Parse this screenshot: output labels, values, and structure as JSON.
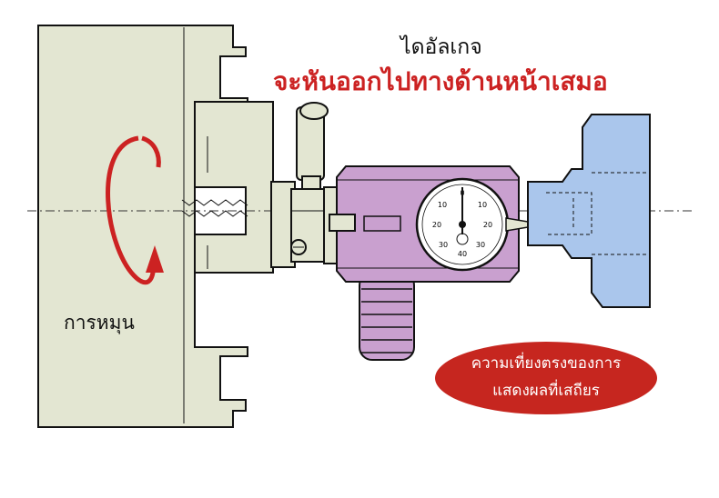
{
  "diagram": {
    "title": "ไดอัลเกจ",
    "subtitle": "จะหันออกไปทางด้านหน้าเสมอ",
    "rotation_label": "การหมุน",
    "badge": {
      "line1": "ความเที่ยงตรงของการ",
      "line2": "แสดงผลที่เสถียร"
    },
    "dial_numbers": [
      "0",
      "10",
      "20",
      "30",
      "40",
      "30",
      "20",
      "10"
    ],
    "colors": {
      "chuck": "#e3e6d2",
      "indicator_body": "#c9a0cf",
      "workpiece": "#aac6ec",
      "accent_red": "#cc2222",
      "badge": "#c6261f"
    }
  }
}
